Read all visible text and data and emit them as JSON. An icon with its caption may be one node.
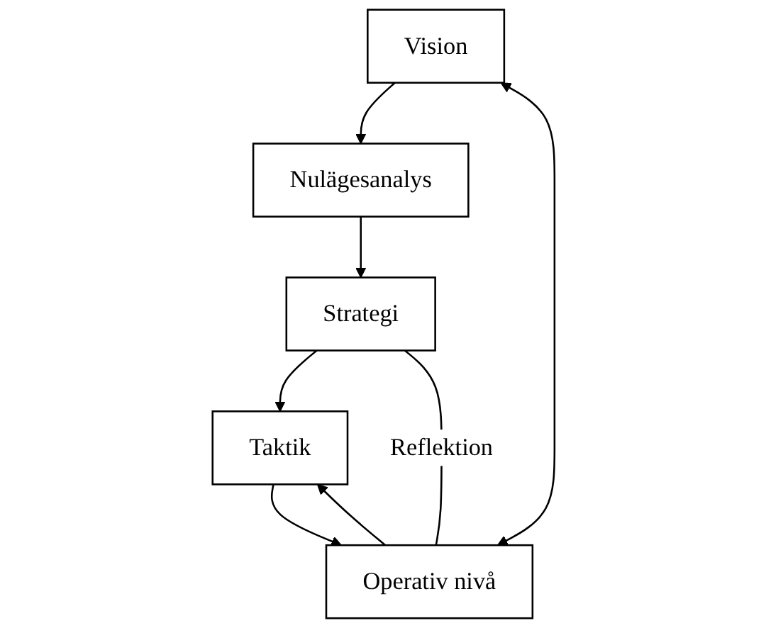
{
  "diagram": {
    "nodes": [
      {
        "text": [
          "Vision"
        ]
      },
      {
        "text": [
          "Nulägesanalys"
        ]
      },
      {
        "text": [
          "Strategi"
        ]
      },
      {
        "text": [
          "Taktik"
        ]
      },
      {
        "text": [
          "Operativ nivå"
        ]
      }
    ],
    "edges": [
      {
        "from": 0,
        "to": 1,
        "arrow": "to"
      },
      {
        "from": 1,
        "to": 2,
        "arrow": "to"
      },
      {
        "from": 2,
        "to": 3,
        "arrow": "to"
      },
      {
        "from": 3,
        "to": 4,
        "arrow": "to"
      },
      {
        "from": 4,
        "to": 3,
        "arrow": "to"
      },
      {
        "from": 0,
        "to": 4,
        "arrow": "both"
      },
      {
        "from": 2,
        "to": 4,
        "arrow": "none",
        "label": "Reflektion"
      }
    ]
  }
}
